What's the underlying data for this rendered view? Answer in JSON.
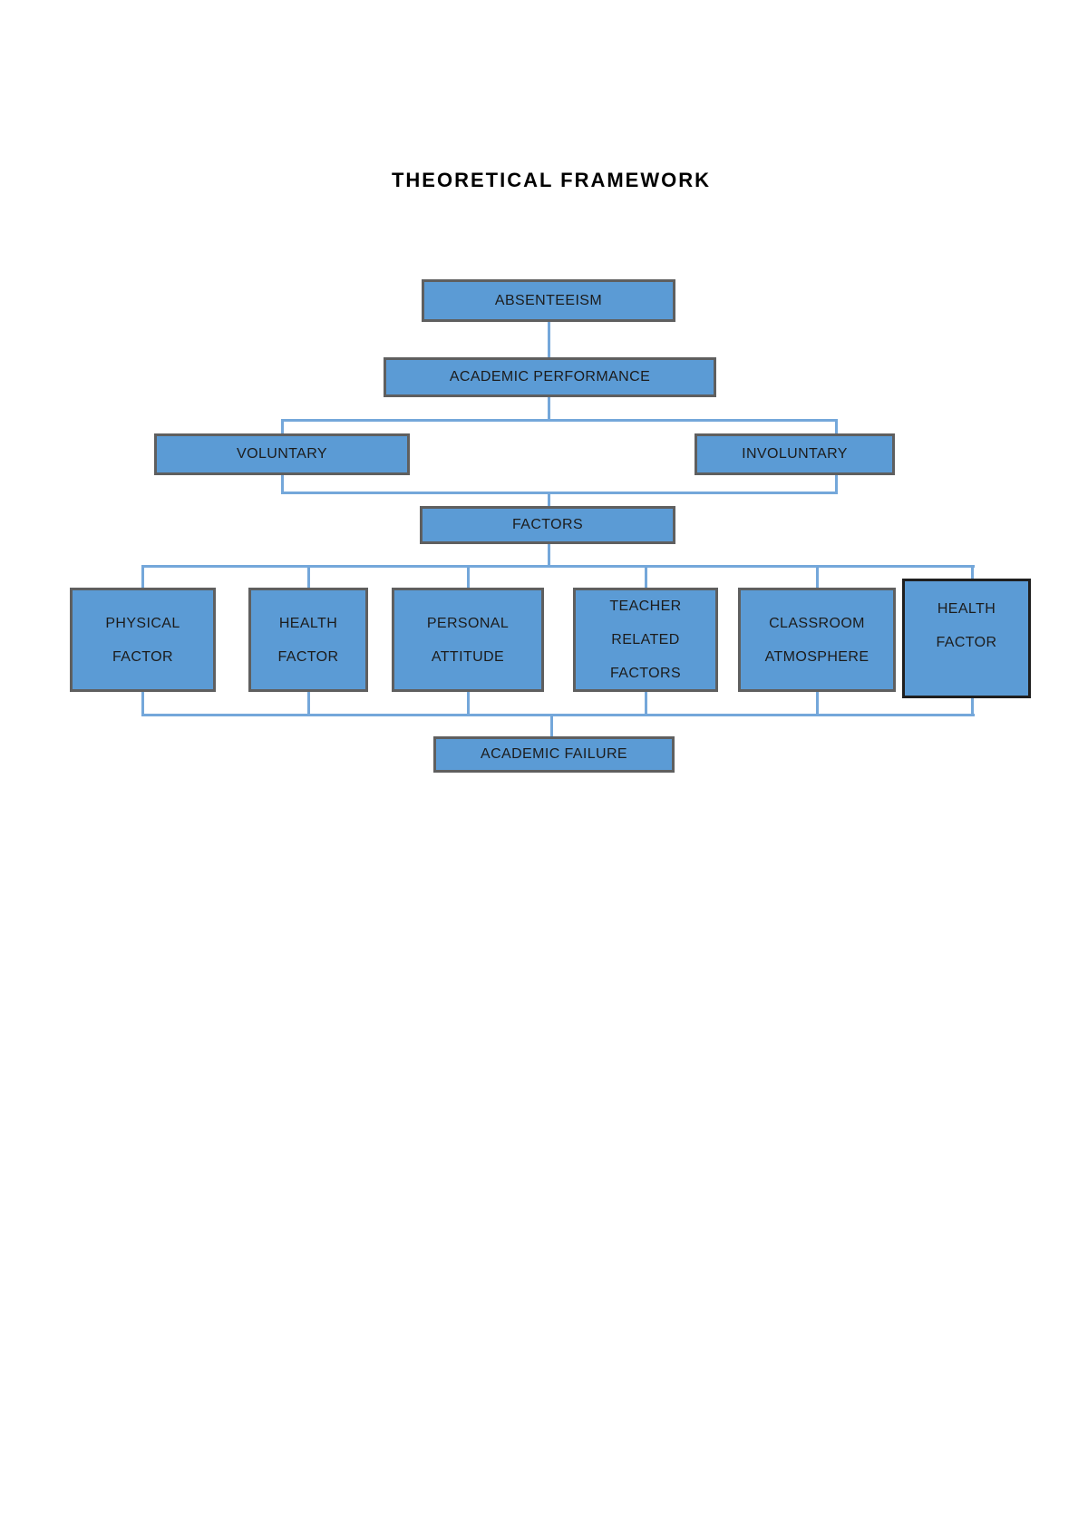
{
  "title": "THEORETICAL FRAMEWORK",
  "colors": {
    "box_fill": "#5B9BD5",
    "box_border": "#5f5f5f",
    "box6_border": "#1f1f1f",
    "connector": "#74A7DA",
    "text": "#1c1c1c"
  },
  "nodes": {
    "absenteeism": {
      "label": "ABSENTEEISM"
    },
    "academic_performance": {
      "label": "ACADEMIC PERFORMANCE"
    },
    "voluntary": {
      "label": "VOLUNTARY"
    },
    "involuntary": {
      "label": "INVOLUNTARY"
    },
    "factors": {
      "label": "FACTORS"
    },
    "factor_items": [
      {
        "lines": [
          "PHYSICAL",
          "FACTOR"
        ]
      },
      {
        "lines": [
          "HEALTH",
          "FACTOR"
        ]
      },
      {
        "lines": [
          "PERSONAL",
          "ATTITUDE"
        ]
      },
      {
        "lines": [
          "TEACHER",
          "RELATED",
          "FACTORS"
        ]
      },
      {
        "lines": [
          "CLASSROOM",
          "ATMOSPHERE"
        ]
      },
      {
        "lines": [
          "HEALTH",
          "FACTOR"
        ]
      }
    ],
    "academic_failure": {
      "label": "ACADEMIC FAILURE"
    }
  }
}
